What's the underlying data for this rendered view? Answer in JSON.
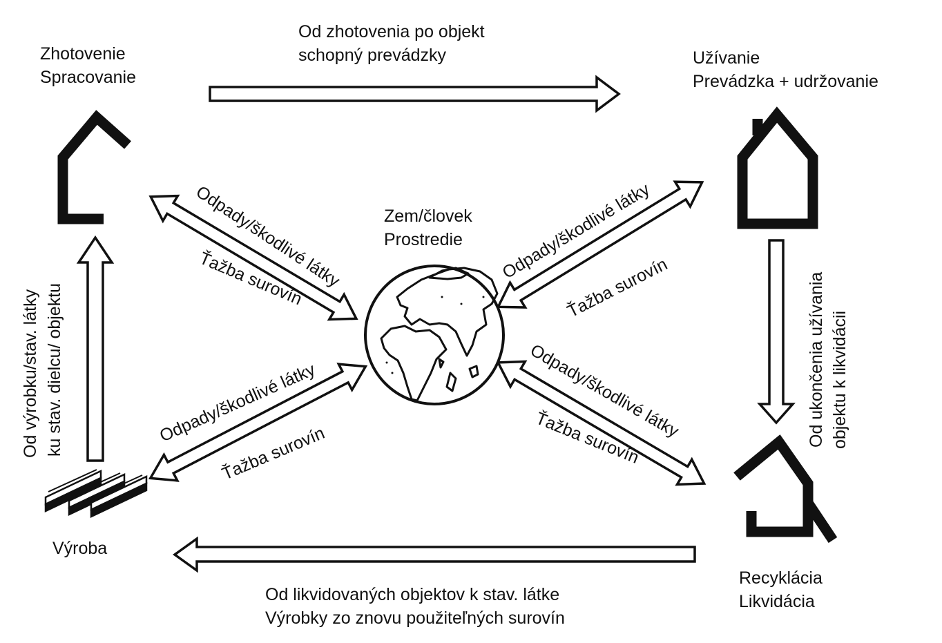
{
  "stages": {
    "making": {
      "line1": "Zhotovenie",
      "line2": "Spracovanie"
    },
    "use": {
      "line1": "Užívanie",
      "line2": "Prevádzka + udržovanie"
    },
    "recycle": {
      "line1": "Recyklácia",
      "line2": "Likvidácia"
    },
    "production": {
      "line1": "Výroba"
    }
  },
  "center": {
    "line1": "Zem/človek",
    "line2": "Prostredie"
  },
  "flows": {
    "top": {
      "line1": "Od zhotovenia po objekt",
      "line2": "schopný prevádzky"
    },
    "right": {
      "line1": "Od ukončenia užívania",
      "line2": "objektu k likvidácii"
    },
    "bottom": {
      "line1": "Od likvidovaných objektov k stav. látke",
      "line2": "Výrobky zo znovu použiteľných surovín"
    },
    "left": {
      "line1": "Od výrobku/stav. látky",
      "line2": "ku stav. dielcu/ objektu"
    }
  },
  "exchange": {
    "waste": "Odpady/škodlivé látky",
    "extraction": "Ťažba surovín"
  },
  "colors": {
    "ink": "#111111",
    "paper": "#ffffff"
  },
  "icons": [
    "building-under-construction-icon",
    "house-icon",
    "demolished-building-icon",
    "building-material-bars-icon",
    "globe-icon"
  ]
}
